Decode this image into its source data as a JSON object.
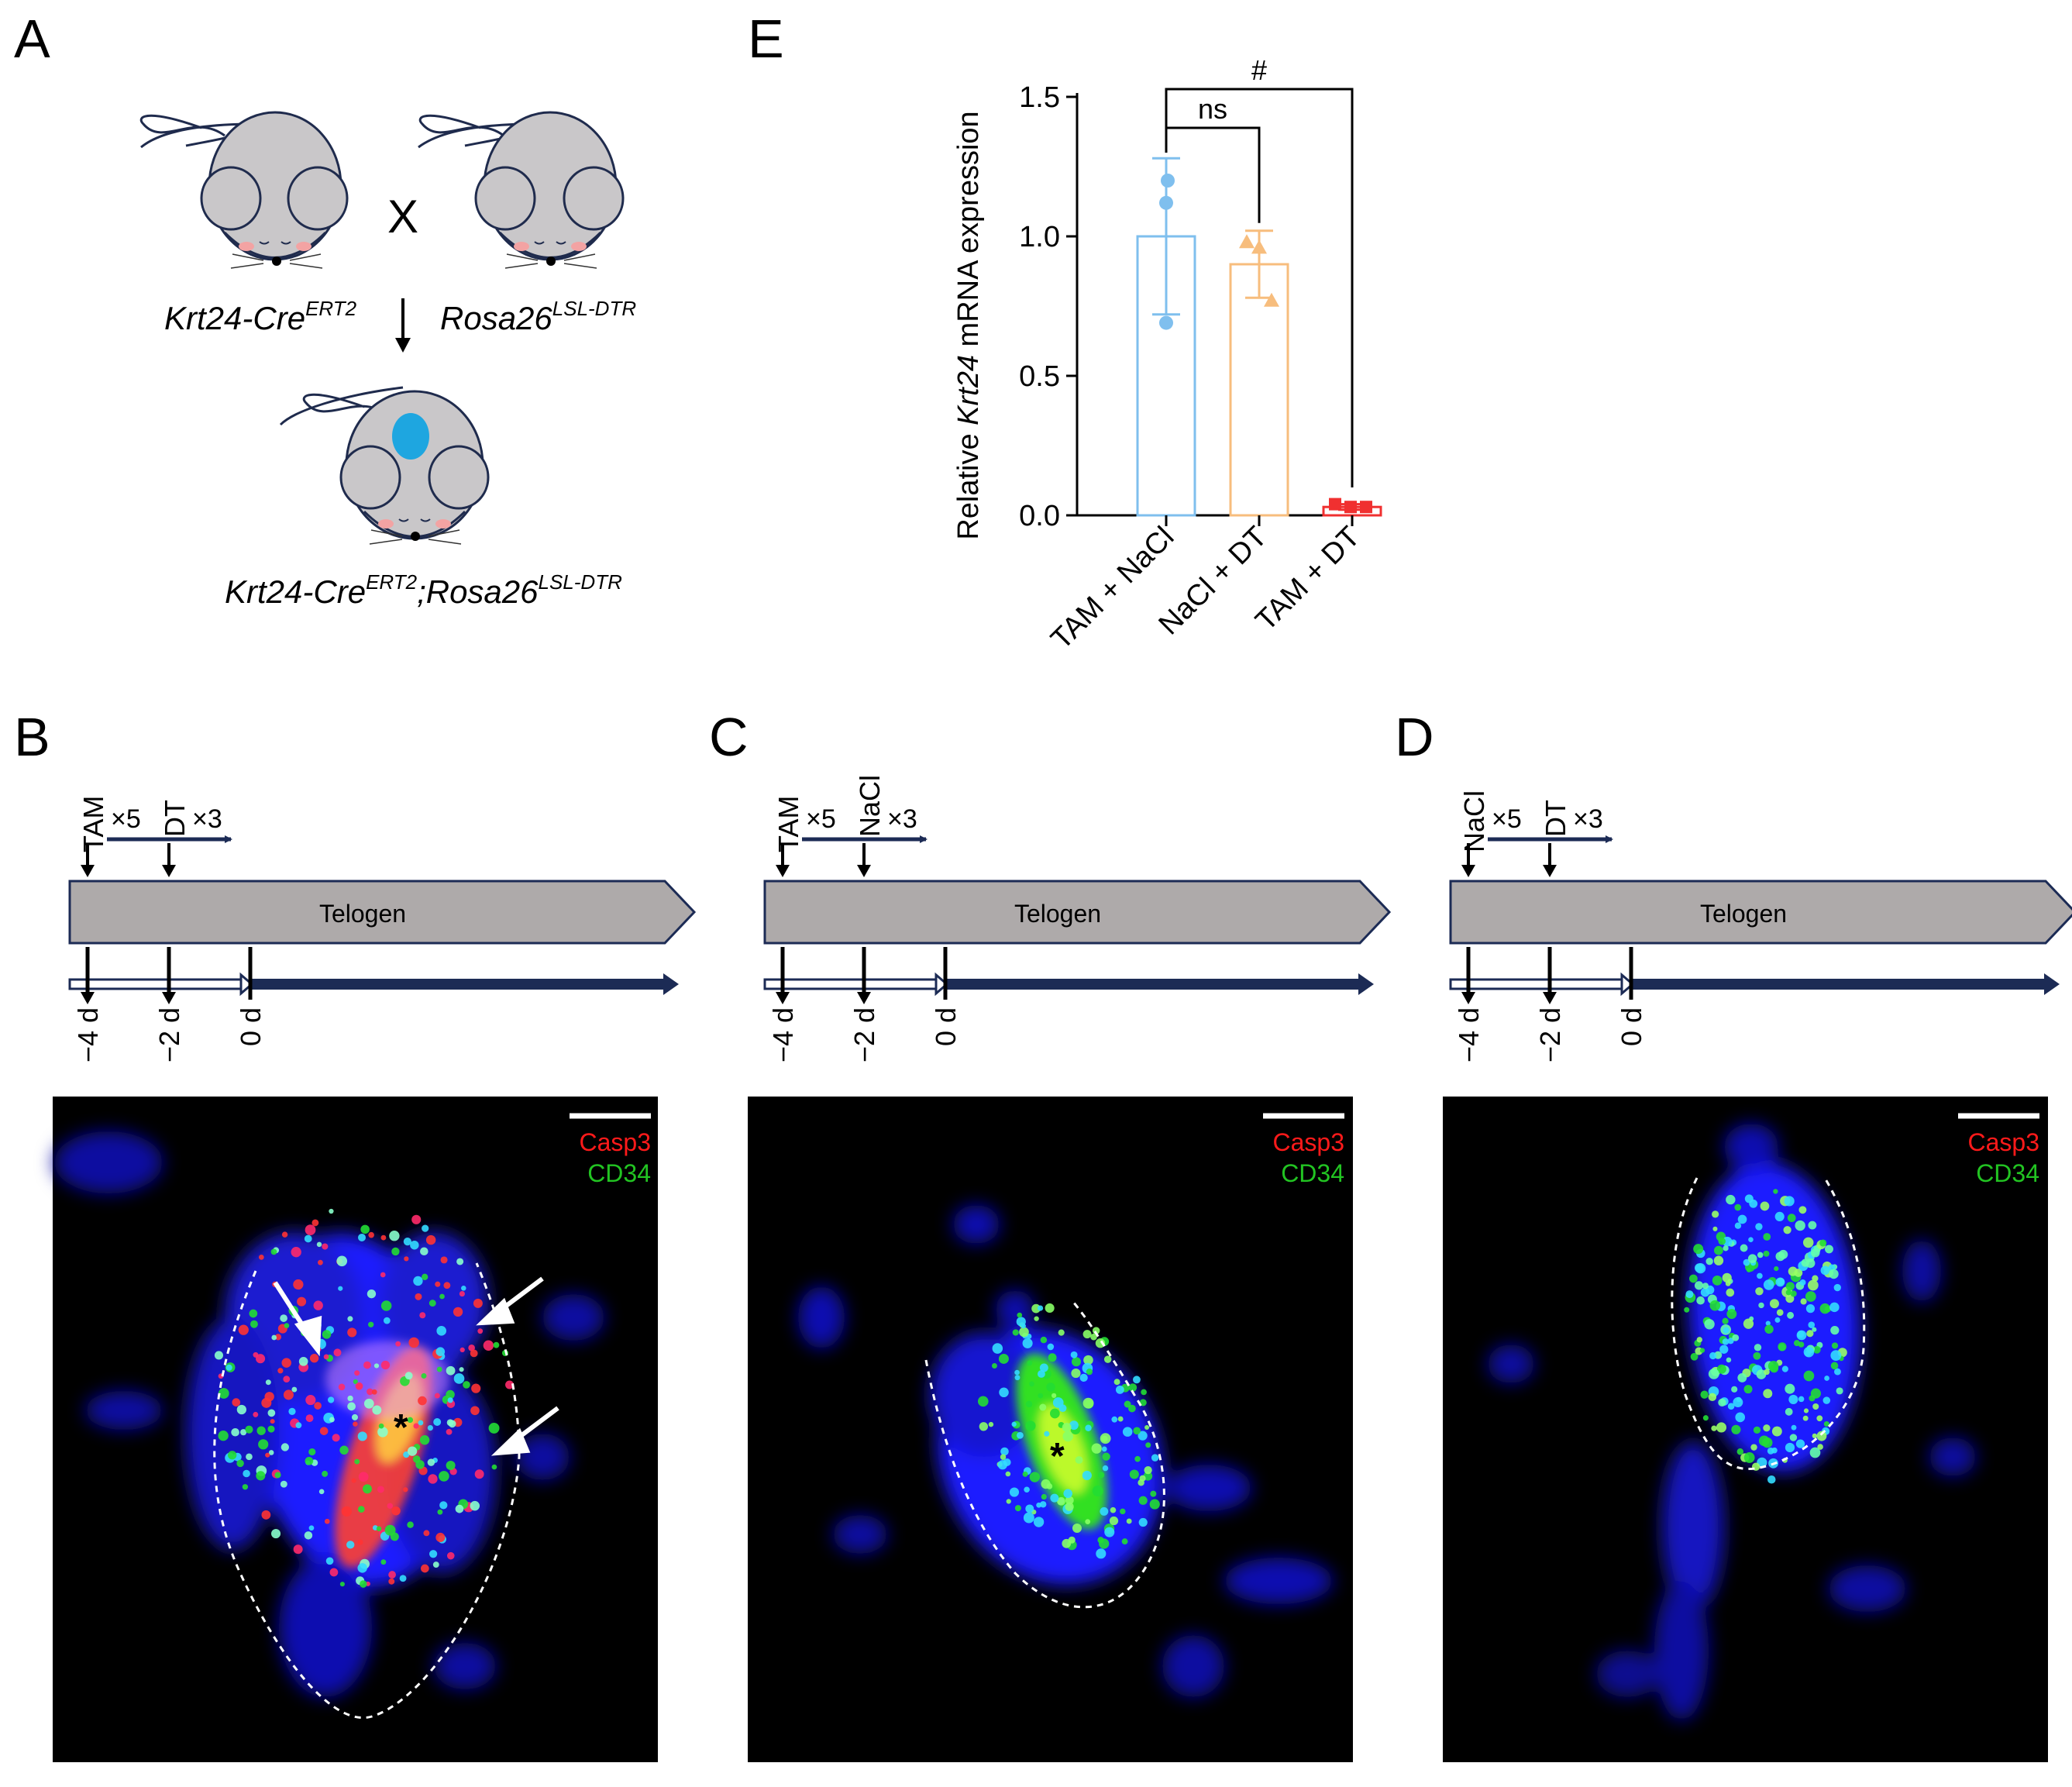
{
  "panels": {
    "A": {
      "label": "A",
      "mouse1": "Krt24-Cre",
      "mouse1_sup": "ERT2",
      "cross": "X",
      "mouse2": "Rosa26",
      "mouse2_sup": "LSL-DTR",
      "offspring_a": "Krt24-Cre",
      "offspring_a_sup": "ERT2",
      "offspring_b": ";Rosa26",
      "offspring_b_sup": "LSL-DTR"
    },
    "B": {
      "label": "B",
      "drug1": "TAM",
      "drug1_times": "×5",
      "drug2": "DT",
      "drug2_times": "×3",
      "phase": "Telogen",
      "ticks": [
        "−4 d",
        "−2 d",
        "0 d"
      ],
      "legend_red": "Casp3",
      "legend_green": "CD34",
      "asterisk": "*"
    },
    "C": {
      "label": "C",
      "drug1": "TAM",
      "drug1_times": "×5",
      "drug2": "NaCl",
      "drug2_times": "×3",
      "phase": "Telogen",
      "ticks": [
        "−4 d",
        "−2 d",
        "0 d"
      ],
      "legend_red": "Casp3",
      "legend_green": "CD34",
      "asterisk": "*"
    },
    "D": {
      "label": "D",
      "drug1": "NaCl",
      "drug1_times": "×5",
      "drug2": "DT",
      "drug2_times": "×3",
      "phase": "Telogen",
      "ticks": [
        "−4 d",
        "−2 d",
        "0 d"
      ],
      "legend_red": "Casp3",
      "legend_green": "CD34"
    },
    "E": {
      "label": "E"
    }
  },
  "colors": {
    "mouse_body": "#c9c7c9",
    "mouse_outline": "#1f2b4d",
    "dtr_spot": "#1ea6e0",
    "navy": "#1c2b55",
    "telogen_fill": "#aeaaaa",
    "casp3": "#ff1a1a",
    "cd34": "#22c422",
    "series_colors": [
      "#7fbfee",
      "#f7bd7d",
      "#f03030"
    ]
  },
  "chart_data": {
    "type": "bar",
    "ylabel_pre": "Relative ",
    "ylabel_italic": "Krt24",
    "ylabel_post": " mRNA expression",
    "xlabel": "",
    "ylim": [
      0,
      1.5
    ],
    "yticks": [
      "0.0",
      "0.5",
      "1.0",
      "1.5"
    ],
    "categories": [
      "TAM + NaCl",
      "NaCl + DT",
      "TAM + DT"
    ],
    "values": [
      1.0,
      0.9,
      0.03
    ],
    "errors": [
      0.28,
      0.12,
      0.01
    ],
    "points": [
      [
        1.2,
        1.12,
        0.69
      ],
      [
        0.98,
        0.96,
        0.77
      ],
      [
        0.04,
        0.03,
        0.03
      ]
    ],
    "markers": [
      "circle",
      "triangle",
      "square"
    ],
    "significance": [
      {
        "from": 0,
        "to": 1,
        "label": "ns"
      },
      {
        "from": 0,
        "to": 2,
        "label": "#"
      }
    ]
  }
}
